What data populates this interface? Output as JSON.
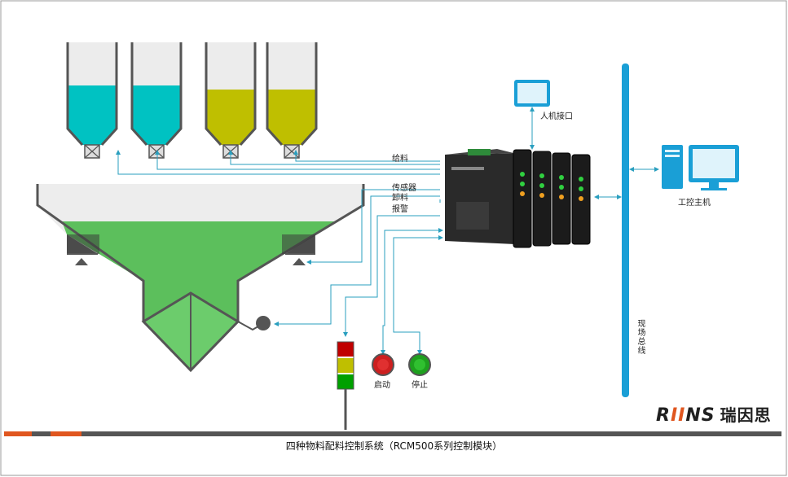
{
  "labels": {
    "feed": "给料",
    "sensor": "传感器",
    "discharge": "卸料",
    "alarm": "报警",
    "hmi": "人机接口",
    "ipc": "工控主机",
    "fieldbus": "现场总线",
    "start": "启动",
    "stop": "停止"
  },
  "logo": {
    "brand_a": "R",
    "brand_slash": "II",
    "brand_b": "NS",
    "cn": "瑞因思"
  },
  "caption": "四种物料配料控制系统（RCM500系列控制模块）",
  "colors": {
    "material_cyan": "#00c2c2",
    "material_olive": "#bfbf00",
    "mixer_fill": "#5cbf5c",
    "line": "#2a9fbf",
    "bus": "#1a9fd6",
    "accent": "#e0561f",
    "outline": "#555555"
  },
  "material_levels": [
    0.5,
    0.5,
    0.5,
    0.5
  ]
}
